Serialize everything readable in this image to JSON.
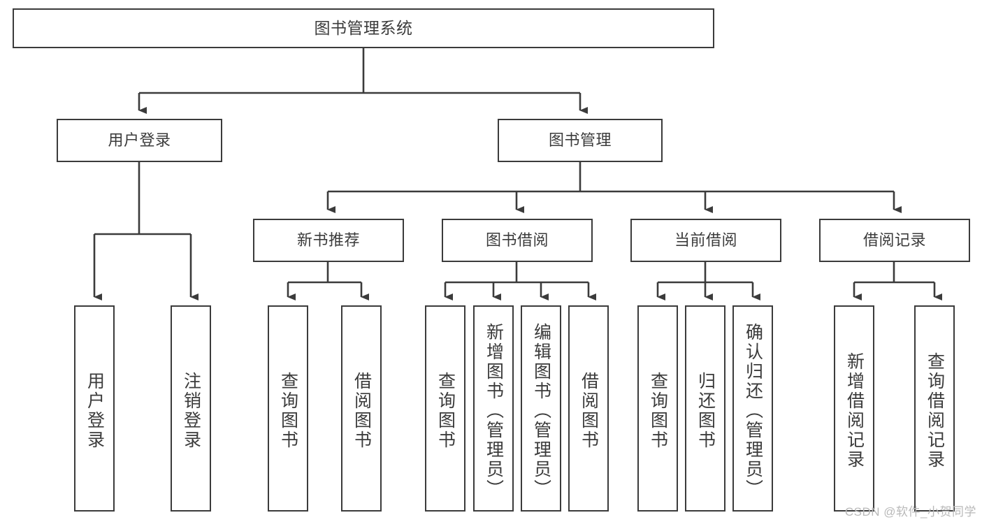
{
  "diagram": {
    "title": "图书管理系统",
    "type": "hierarchy-tree",
    "levels": 4,
    "root": {
      "id": "root",
      "label": "图书管理系统"
    },
    "level2": [
      {
        "id": "user-login",
        "label": "用户登录"
      },
      {
        "id": "book-manage",
        "label": "图书管理"
      }
    ],
    "level3": [
      {
        "id": "new-book-rec",
        "label": "新书推荐"
      },
      {
        "id": "book-borrow",
        "label": "图书借阅"
      },
      {
        "id": "current-borrow",
        "label": "当前借阅"
      },
      {
        "id": "borrow-record",
        "label": "借阅记录"
      }
    ],
    "leaves": {
      "user_login": [
        {
          "id": "leaf-user-login",
          "label": "用户登录"
        },
        {
          "id": "leaf-logout-login",
          "label": "注销登录"
        }
      ],
      "new_book_rec": [
        {
          "id": "leaf-query-book-1",
          "label": "查询图书"
        },
        {
          "id": "leaf-borrow-book-1",
          "label": "借阅图书"
        }
      ],
      "book_borrow": [
        {
          "id": "leaf-query-book-2",
          "label": "查询图书"
        },
        {
          "id": "leaf-add-book",
          "label": "新增图书（管理员）"
        },
        {
          "id": "leaf-edit-book",
          "label": "编辑图书（管理员）"
        },
        {
          "id": "leaf-borrow-book-2",
          "label": "借阅图书"
        }
      ],
      "current_borrow": [
        {
          "id": "leaf-query-book-3",
          "label": "查询图书"
        },
        {
          "id": "leaf-return-book",
          "label": "归还图书"
        },
        {
          "id": "leaf-confirm-return",
          "label": "确认归还（管理员）"
        }
      ],
      "borrow_record": [
        {
          "id": "leaf-add-record",
          "label": "新增借阅记录"
        },
        {
          "id": "leaf-query-record",
          "label": "查询借阅记录"
        }
      ]
    }
  },
  "watermark": {
    "text": "CSDN @软件_小贺同学"
  },
  "colors": {
    "stroke": "#3b3b3b",
    "fill": "#ffffff",
    "text": "#3b3b3b",
    "watermark": "#b9b9b9"
  }
}
